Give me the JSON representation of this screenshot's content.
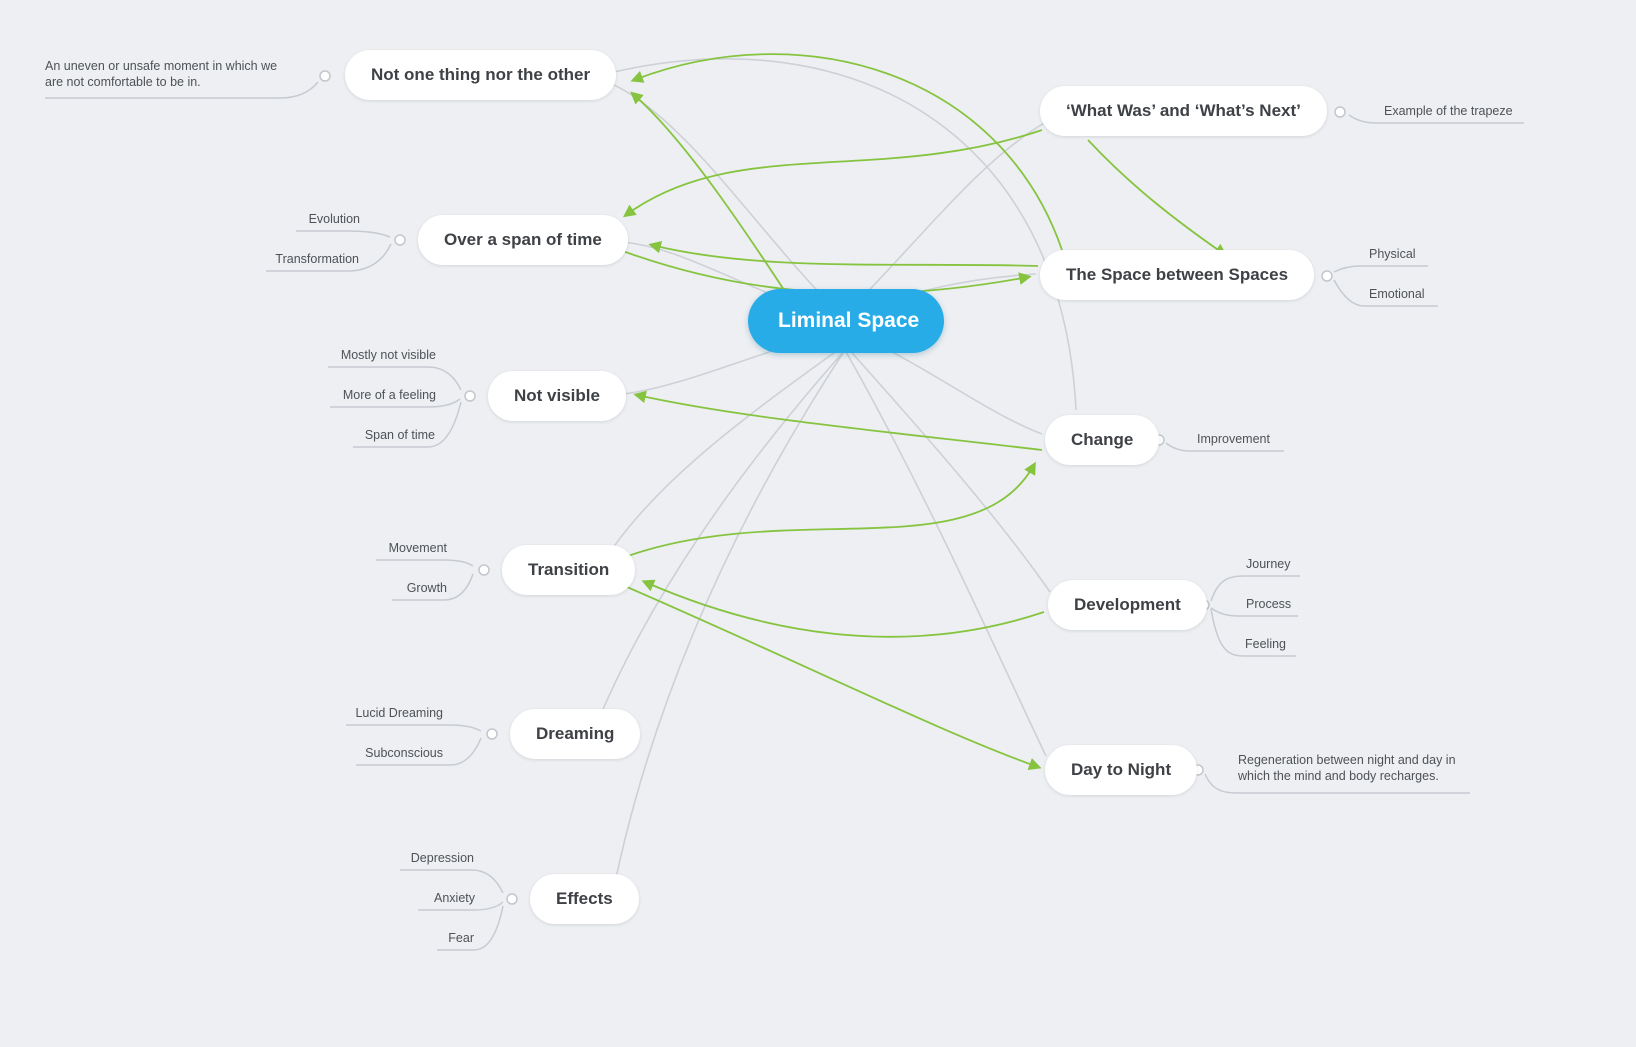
{
  "palette": {
    "background": "#edeff2",
    "accent_green": "#86c440",
    "node_blue": "#28ace8",
    "line_gray": "#cdd1d6"
  },
  "center": {
    "label": "Liminal Space"
  },
  "topics": {
    "not_one_thing": {
      "label": "Not one thing nor the other",
      "note": "An uneven or unsafe moment in which we are not comfortable to be in."
    },
    "what_was": {
      "label": "‘What Was’ and ‘What’s Next’",
      "children": [
        "Example of the trapeze"
      ]
    },
    "over_span": {
      "label": "Over a span of time",
      "children": [
        "Evolution",
        "Transformation"
      ]
    },
    "space_between": {
      "label": "The Space between Spaces",
      "children": [
        "Physical",
        "Emotional"
      ]
    },
    "not_visible": {
      "label": "Not visible",
      "children": [
        "Mostly not visible",
        "More of a feeling",
        "Span of time"
      ]
    },
    "change": {
      "label": "Change",
      "children": [
        "Improvement"
      ]
    },
    "transition": {
      "label": "Transition",
      "children": [
        "Movement",
        "Growth"
      ]
    },
    "development": {
      "label": "Development",
      "children": [
        "Journey",
        "Process",
        "Feeling"
      ]
    },
    "dreaming": {
      "label": "Dreaming",
      "children": [
        "Lucid Dreaming",
        "Subconscious"
      ]
    },
    "day_to_night": {
      "label": "Day to Night",
      "children": [
        "Regeneration between night and day in which the mind and body recharges."
      ]
    },
    "effects": {
      "label": "Effects",
      "children": [
        "Depression",
        "Anxiety",
        "Fear"
      ]
    }
  }
}
